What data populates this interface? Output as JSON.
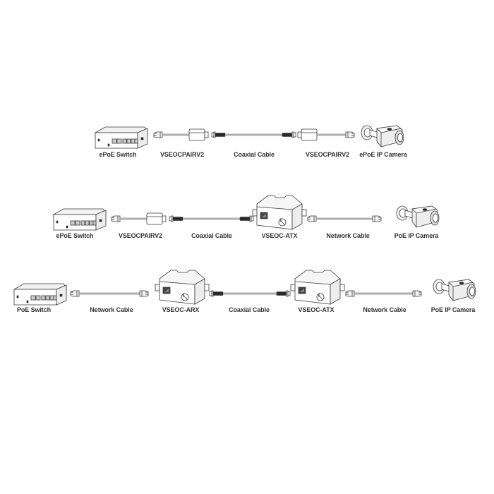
{
  "diagram": {
    "rows": [
      {
        "id": "row-1",
        "labels": [
          "ePoE Switch",
          "VSEOCPAIRV2",
          "Coaxial Cable",
          "VSEOCPAIRV2",
          "ePoE IP Camera"
        ],
        "components": [
          "switch-icon",
          "adapter-pair-icon",
          "coaxial-cable-icon",
          "adapter-pair-icon",
          "camera-icon"
        ]
      },
      {
        "id": "row-2",
        "labels": [
          "ePoE Switch",
          "VSEOCPAIRV2",
          "Coaxial Cable",
          "VSEOC-ATX",
          "Network Cable",
          "PoE IP Camera"
        ],
        "components": [
          "switch-icon",
          "adapter-pair-icon",
          "coaxial-cable-icon",
          "transmitter-box-icon",
          "network-cable-icon",
          "camera-icon"
        ]
      },
      {
        "id": "row-3",
        "labels": [
          "PoE Switch",
          "Network Cable",
          "VSEOC-ARX",
          "Coaxial Cable",
          "VSEOC-ATX",
          "Network Cable",
          "PoE IP Camera"
        ],
        "components": [
          "switch-icon",
          "network-cable-icon",
          "receiver-box-icon",
          "coaxial-cable-icon",
          "transmitter-box-icon",
          "network-cable-icon",
          "camera-icon"
        ]
      }
    ],
    "colors": {
      "background": "#ffffff",
      "line": "#3a3a3a",
      "label": "#333333",
      "connector": "#2a2a2a"
    }
  }
}
